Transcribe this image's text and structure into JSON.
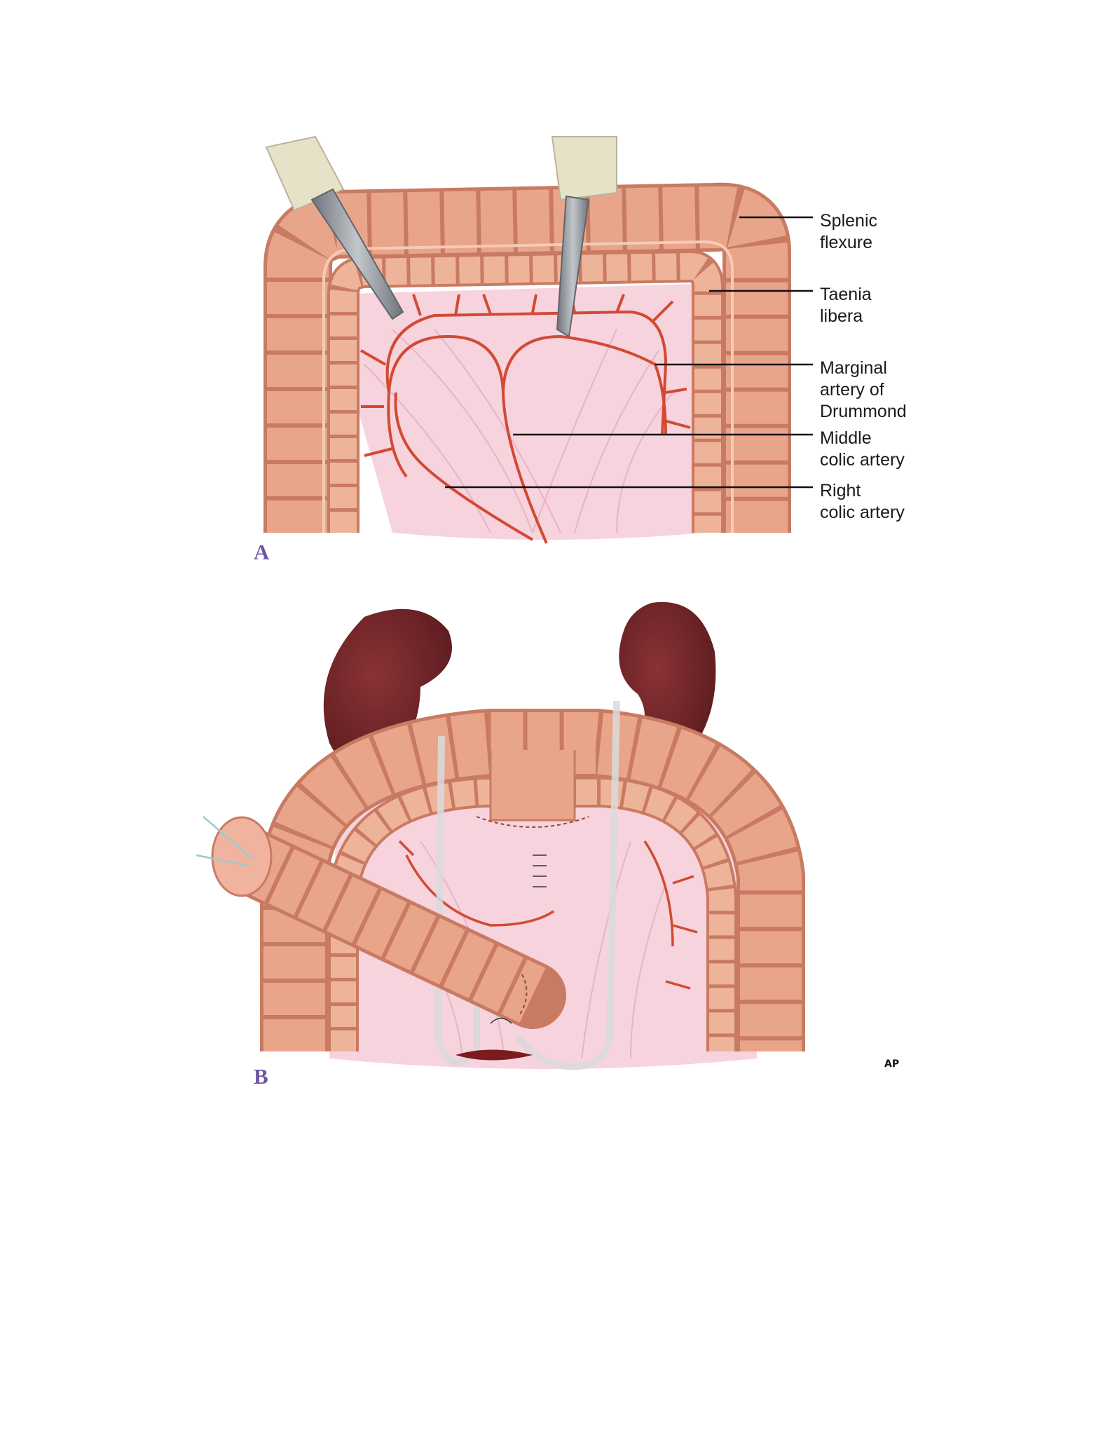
{
  "panels": [
    {
      "letter": "A",
      "labels": [
        "Splenic\nflexure",
        "Taenia\nlibera",
        "Marginal\nartery of\nDrummond",
        "Middle\ncolic artery",
        "Right\ncolic artery"
      ]
    },
    {
      "letter": "B"
    }
  ],
  "credit": "AP",
  "colors": {
    "colon": "#e8a58a",
    "colon_dark": "#c97a62",
    "mesentery": "#f7d3de",
    "artery": "#d24a32",
    "kidney": "#6e2426",
    "instrument": "#8b9097",
    "handle": "#e6e2c7",
    "label_purple": "#6e54a3"
  }
}
